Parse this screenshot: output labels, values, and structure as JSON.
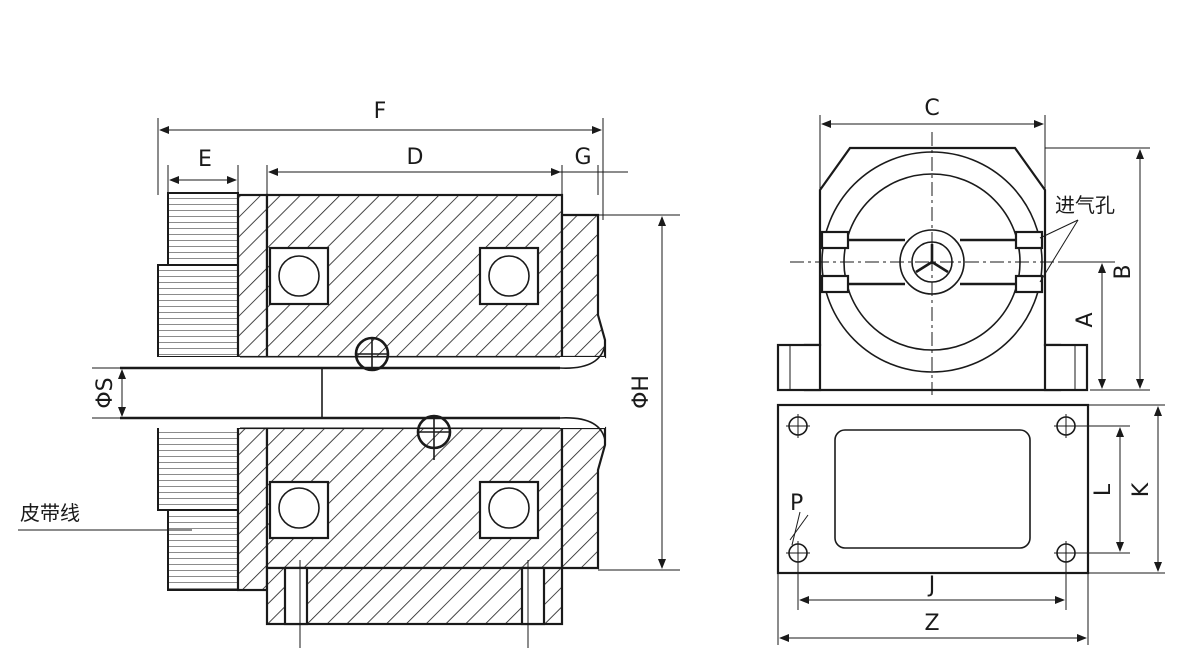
{
  "side_view": {
    "dimensions": {
      "F": "F",
      "E": "E",
      "D": "D",
      "G": "G",
      "S": "ΦS",
      "H": "ΦH"
    },
    "belt_line_label": "皮带线"
  },
  "front_view": {
    "dimensions": {
      "C": "C",
      "B": "B",
      "A": "A"
    },
    "vent_label": "进气孔"
  },
  "base_view": {
    "dimensions": {
      "J": "J",
      "Z": "Z",
      "L": "L",
      "K": "K",
      "P": "P"
    }
  }
}
